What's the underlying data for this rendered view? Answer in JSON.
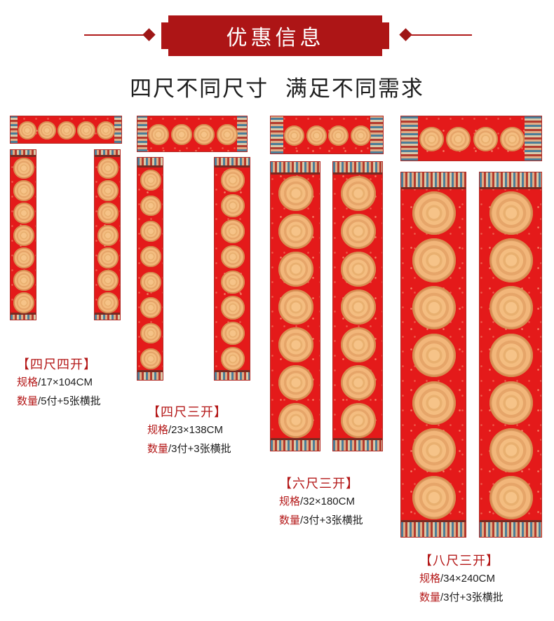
{
  "header": {
    "badge": "优惠信息",
    "subtitle": "四尺不同尺寸  满足不同需求"
  },
  "colors": {
    "brand_red": "#ad1516",
    "paper_red": "#e41a1a",
    "medal_gold": "#f4bd80",
    "text_dark": "#1d1d1d",
    "caption_red": "#b41818"
  },
  "icons": [
    "fortune-medallion-icon",
    "ornamental-border-icon",
    "diamond-ornament-icon"
  ],
  "products": [
    {
      "name": "【四尺四开】",
      "spec_label": "规格",
      "spec_value": "/17×104CM",
      "qty_label": "数量",
      "qty_value": "/5付+5张横批",
      "medallions_vertical": 7,
      "medallions_horizontal": 5
    },
    {
      "name": "【四尺三开】",
      "spec_label": "规格",
      "spec_value": "/23×138CM",
      "qty_label": "数量",
      "qty_value": "/3付+3张横批",
      "medallions_vertical": 8,
      "medallions_horizontal": 4
    },
    {
      "name": "【六尺三开】",
      "spec_label": "规格",
      "spec_value": "/32×180CM",
      "qty_label": "数量",
      "qty_value": "/3付+3张横批",
      "medallions_vertical": 7,
      "medallions_horizontal": 4
    },
    {
      "name": "【八尺三开】",
      "spec_label": "规格",
      "spec_value": "/34×240CM",
      "qty_label": "数量",
      "qty_value": "/3付+3张横批",
      "medallions_vertical": 7,
      "medallions_horizontal": 4
    }
  ]
}
